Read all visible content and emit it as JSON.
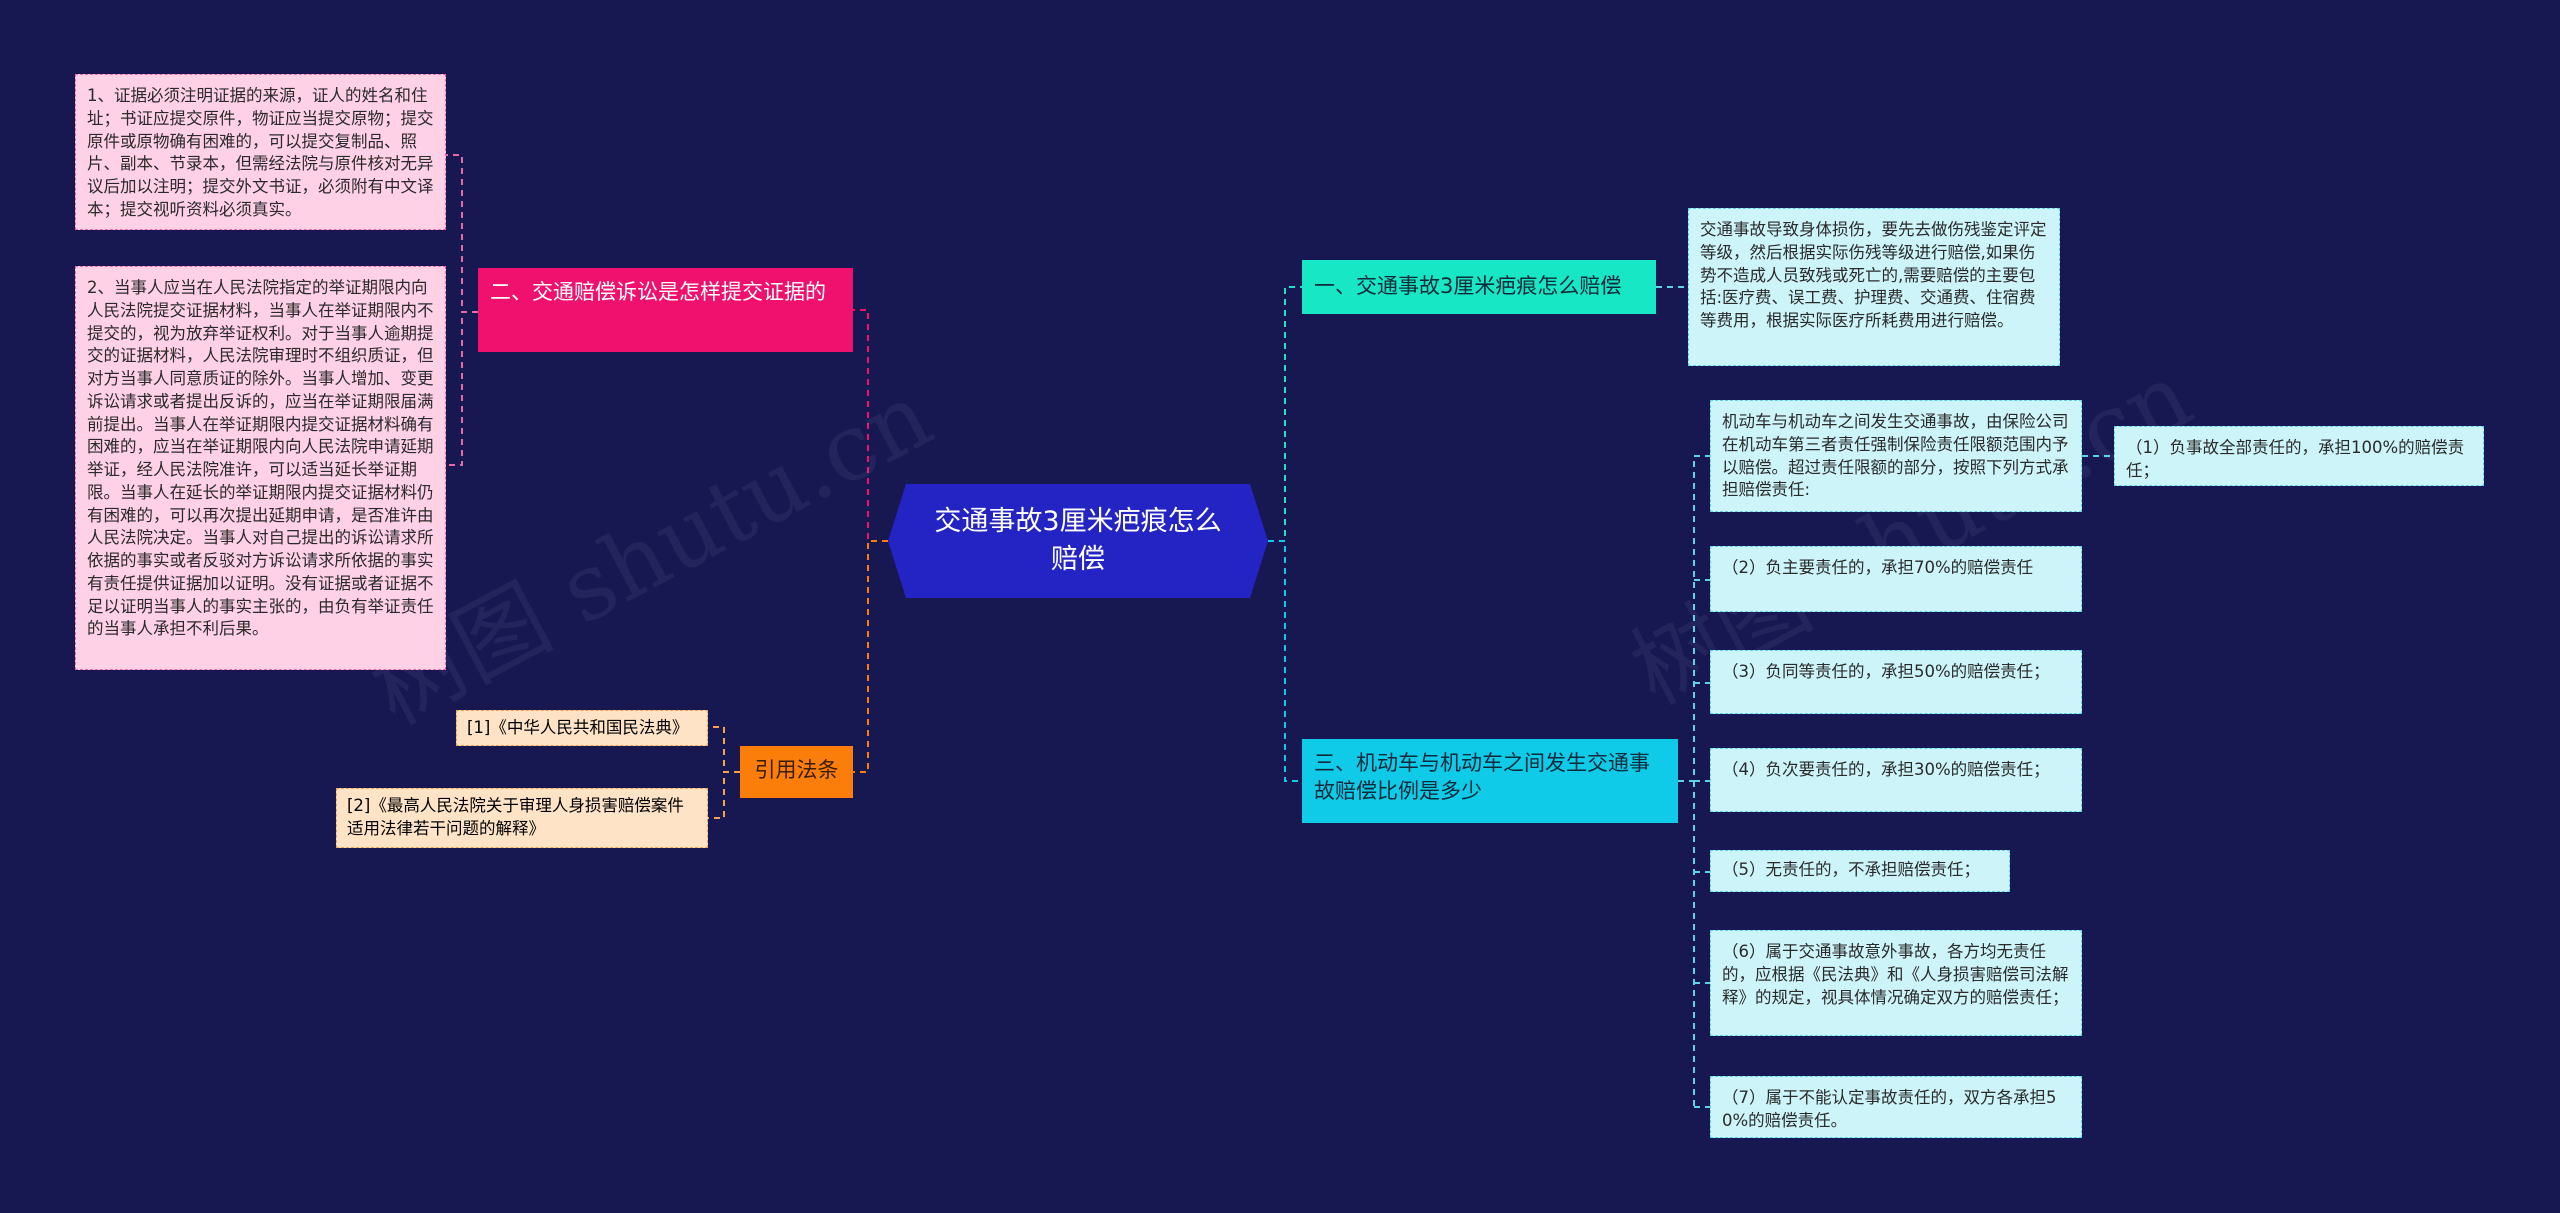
{
  "root": {
    "title": "交通事故3厘米疤痕怎么赔偿"
  },
  "left": {
    "branch_evidence": {
      "label": "二、交通赔偿诉讼是怎样提交证据的",
      "items": [
        "1、证据必须注明证据的来源，证人的姓名和住址；书证应提交原件，物证应当提交原物；提交原件或原物确有困难的，可以提交复制品、照片、副本、节录本，但需经法院与原件核对无异议后加以注明；提交外文书证，必须附有中文译本；提交视听资料必须真实。",
        "2、当事人应当在人民法院指定的举证期限内向人民法院提交证据材料，当事人在举证期限内不提交的，视为放弃举证权利。对于当事人逾期提交的证据材料，人民法院审理时不组织质证，但对方当事人同意质证的除外。当事人增加、变更诉讼请求或者提出反诉的，应当在举证期限届满前提出。当事人在举证期限内提交证据材料确有困难的，应当在举证期限内向人民法院申请延期举证，经人民法院准许，可以适当延长举证期限。当事人在延长的举证期限内提交证据材料仍有困难的，可以再次提出延期申请，是否准许由人民法院决定。当事人对自己提出的诉讼请求所依据的事实或者反驳对方诉讼请求所依据的事实有责任提供证据加以证明。没有证据或者证据不足以证明当事人的事实主张的，由负有举证责任的当事人承担不利后果。"
      ]
    },
    "branch_law": {
      "label": "引用法条",
      "items": [
        "[1]《中华人民共和国民法典》",
        "[2]《最高人民法院关于审理人身损害赔偿案件适用法律若干问题的解释》"
      ]
    }
  },
  "right": {
    "branch_compensation": {
      "label": "一、交通事故3厘米疤痕怎么赔偿",
      "items": [
        "交通事故导致身体损伤，要先去做伤残鉴定评定等级，然后根据实际伤残等级进行赔偿,如果伤势不造成人员致残或死亡的,需要赔偿的主要包括:医疗费、误工费、护理费、交通费、住宿费等费用，根据实际医疗所耗费用进行赔偿。"
      ]
    },
    "branch_ratio": {
      "label": "三、机动车与机动车之间发生交通事故赔偿比例是多少",
      "intro": "机动车与机动车之间发生交通事故，由保险公司在机动车第三者责任强制保险责任限额范围内予以赔偿。超过责任限额的部分，按照下列方式承担赔偿责任:",
      "intro_child": "（1）负事故全部责任的，承担100%的赔偿责任；",
      "items": [
        "（2）负主要责任的，承担70%的赔偿责任",
        "（3）负同等责任的，承担50%的赔偿责任；",
        "（4）负次要责任的，承担30%的赔偿责任；",
        "（5）无责任的，不承担赔偿责任；",
        "（6）属于交通事故意外事故，各方均无责任的，应根据《民法典》和《人身损害赔偿司法解释》的规定，视具体情况确定双方的赔偿责任；",
        "（7）属于不能认定事故责任的，双方各承担50%的赔偿责任。"
      ]
    }
  },
  "watermark": "树图 shutu.cn",
  "colors": {
    "background": "#171752",
    "root": "#2424c4",
    "pink_branch": "#f0116f",
    "orange_branch": "#fb7d0a",
    "teal_branch": "#17e7c4",
    "cyan_branch": "#0fcbe8"
  }
}
